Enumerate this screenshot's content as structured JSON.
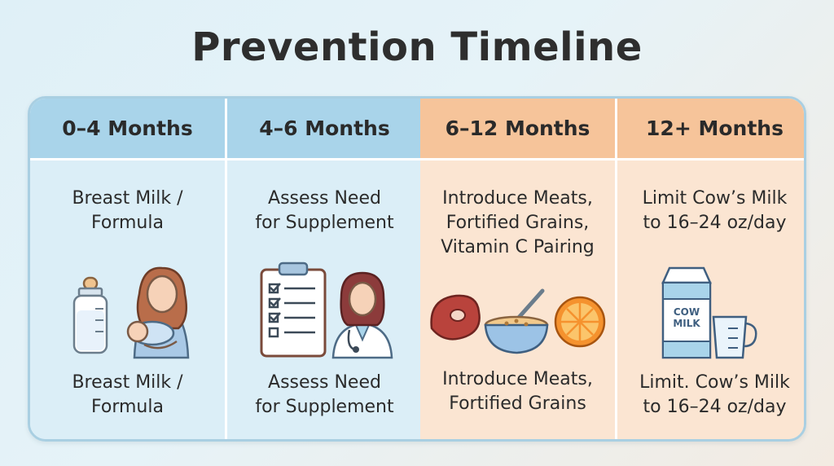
{
  "title": "Prevention Timeline",
  "colors": {
    "cool_header": "#a9d4ea",
    "cool_body": "#dbeef7",
    "warm_header": "#f6c49a",
    "warm_body": "#fbe5d2"
  },
  "columns": [
    {
      "header": "0–4 Months",
      "top_text": "Breast Milk /\nFormula",
      "bottom_text": "Breast Milk /\nFormula",
      "icons": [
        "baby-bottle-icon",
        "mother-nursing-baby-icon"
      ],
      "tone": "cool"
    },
    {
      "header": "4–6 Months",
      "top_text": "Assess Need\nfor Supplement",
      "bottom_text": "Assess Need\nfor Supplement",
      "icons": [
        "clipboard-checklist-icon",
        "doctor-icon"
      ],
      "tone": "cool"
    },
    {
      "header": "6–12 Months",
      "top_text": "Introduce Meats,\nFortified Grains,\nVitamin C Pairing",
      "bottom_text": "Introduce Meats,\nFortified Grains",
      "icons": [
        "steak-icon",
        "cereal-bowl-icon",
        "orange-slice-icon"
      ],
      "tone": "warm"
    },
    {
      "header": "12+ Months",
      "top_text": "Limit Cow’s Milk\nto 16–24 oz/day",
      "bottom_text": "Limit. Cow’s Milk\nto 16–24 oz/day",
      "icons": [
        "milk-carton-icon",
        "measuring-cup-icon"
      ],
      "tone": "warm",
      "carton_label": "COW\nMILK"
    }
  ]
}
